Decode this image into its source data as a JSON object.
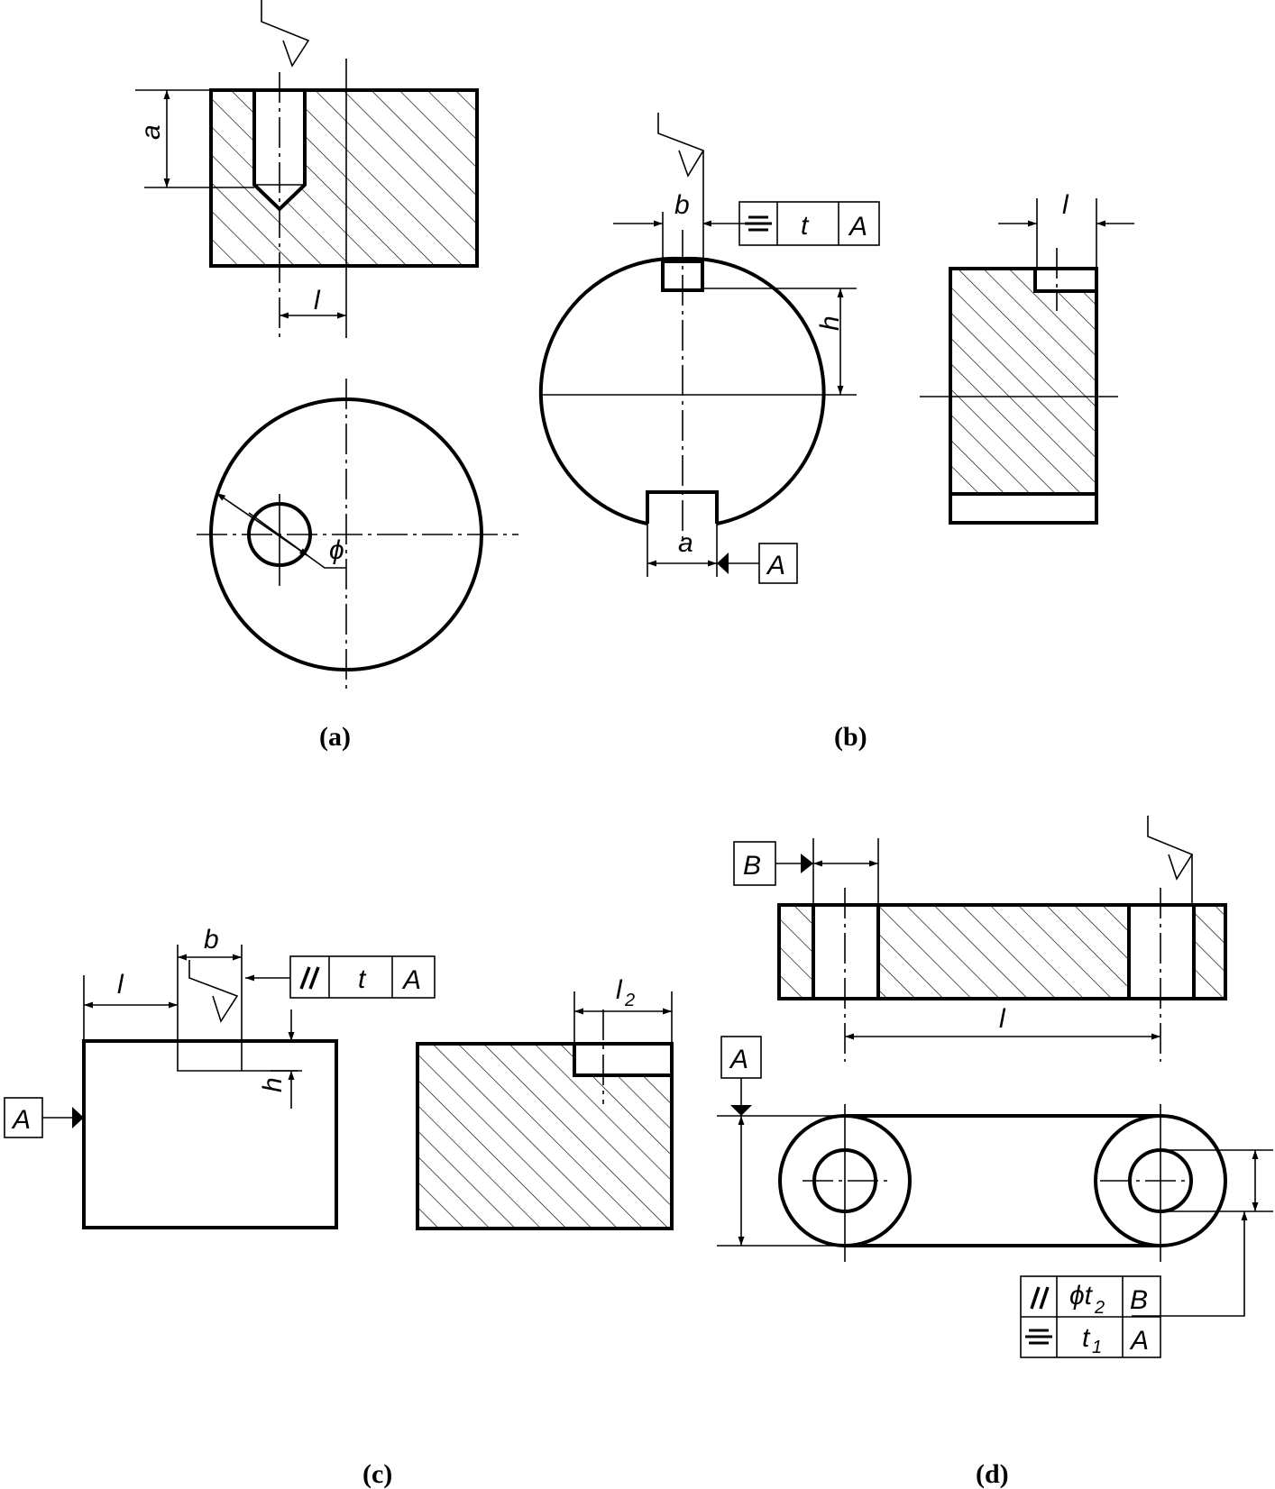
{
  "captions": {
    "a": "(a)",
    "b": "(b)",
    "c": "(c)",
    "d": "(d)"
  },
  "fig_a": {
    "dim_depth": "a",
    "dim_offset": "l",
    "dim_hole_dia": "ϕ"
  },
  "fig_b": {
    "dim_width": "b",
    "dim_height": "h",
    "dim_slot_bottom": "a",
    "dim_length": "l",
    "tolerance_frame": {
      "symbol": "symmetry",
      "value": "t",
      "datum": "A"
    },
    "datum_label": "A"
  },
  "fig_c": {
    "dim_offset": "l",
    "dim_width": "b",
    "dim_depth": "h",
    "dim_length": "l",
    "dim_length_sub": "2",
    "tolerance_frame": {
      "symbol": "parallelism",
      "value": "t",
      "datum": "A"
    },
    "datum_label": "A"
  },
  "fig_d": {
    "dim_center_distance": "l",
    "datum_top": "A",
    "datum_left": "B",
    "tolerance_row1": {
      "symbol": "parallelism",
      "value_prefix": "ϕt",
      "value_sub": "2",
      "datum": "B"
    },
    "tolerance_row2": {
      "symbol": "symmetry",
      "value": "t",
      "value_sub": "1",
      "datum": "A"
    }
  }
}
